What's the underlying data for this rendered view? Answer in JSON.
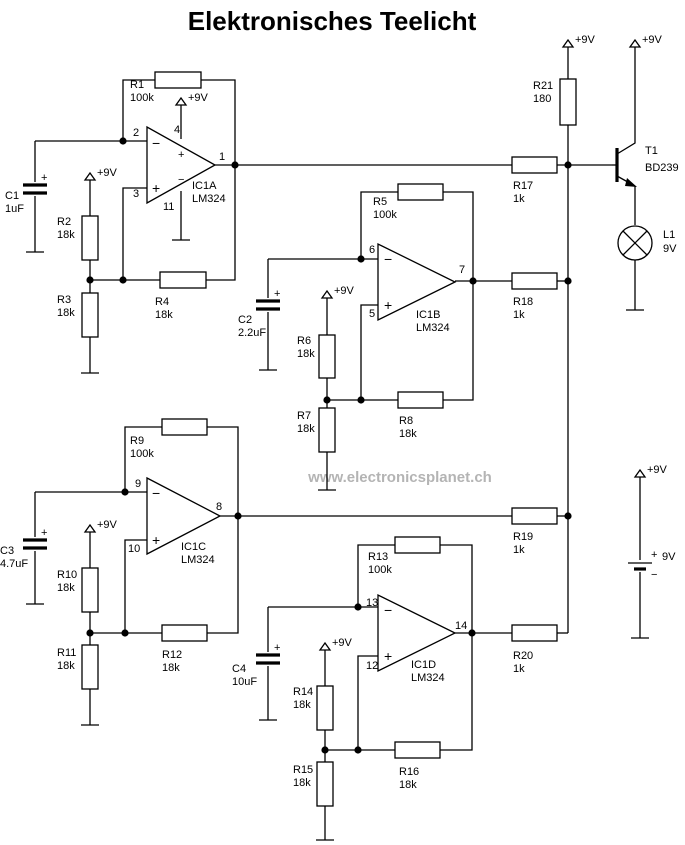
{
  "title": "Elektronisches Teelicht",
  "watermark": "www.electronicsplanet.ch",
  "supply_label": "+9V",
  "battery": {
    "value": "9V"
  },
  "transistor": {
    "ref": "T1",
    "type": "BD239"
  },
  "lamp": {
    "ref": "L1",
    "value": "9V"
  },
  "opamps": [
    {
      "ref": "IC1A",
      "part": "LM324",
      "pin_inv": "2",
      "pin_non": "3",
      "pin_out": "1",
      "pin_vcc": "4",
      "pin_gnd": "11"
    },
    {
      "ref": "IC1B",
      "part": "LM324",
      "pin_inv": "6",
      "pin_non": "5",
      "pin_out": "7"
    },
    {
      "ref": "IC1C",
      "part": "LM324",
      "pin_inv": "9",
      "pin_non": "10",
      "pin_out": "8"
    },
    {
      "ref": "IC1D",
      "part": "LM324",
      "pin_inv": "13",
      "pin_non": "12",
      "pin_out": "14"
    }
  ],
  "resistors": {
    "R1": "100k",
    "R2": "18k",
    "R3": "18k",
    "R4": "18k",
    "R5": "100k",
    "R6": "18k",
    "R7": "18k",
    "R8": "18k",
    "R9": "100k",
    "R10": "18k",
    "R11": "18k",
    "R12": "18k",
    "R13": "100k",
    "R14": "18k",
    "R15": "18k",
    "R16": "18k",
    "R17": "1k",
    "R18": "1k",
    "R19": "1k",
    "R20": "1k",
    "R21": "180"
  },
  "capacitors": {
    "C1": "1uF",
    "C2": "2.2uF",
    "C3": "4.7uF",
    "C4": "10uF"
  }
}
